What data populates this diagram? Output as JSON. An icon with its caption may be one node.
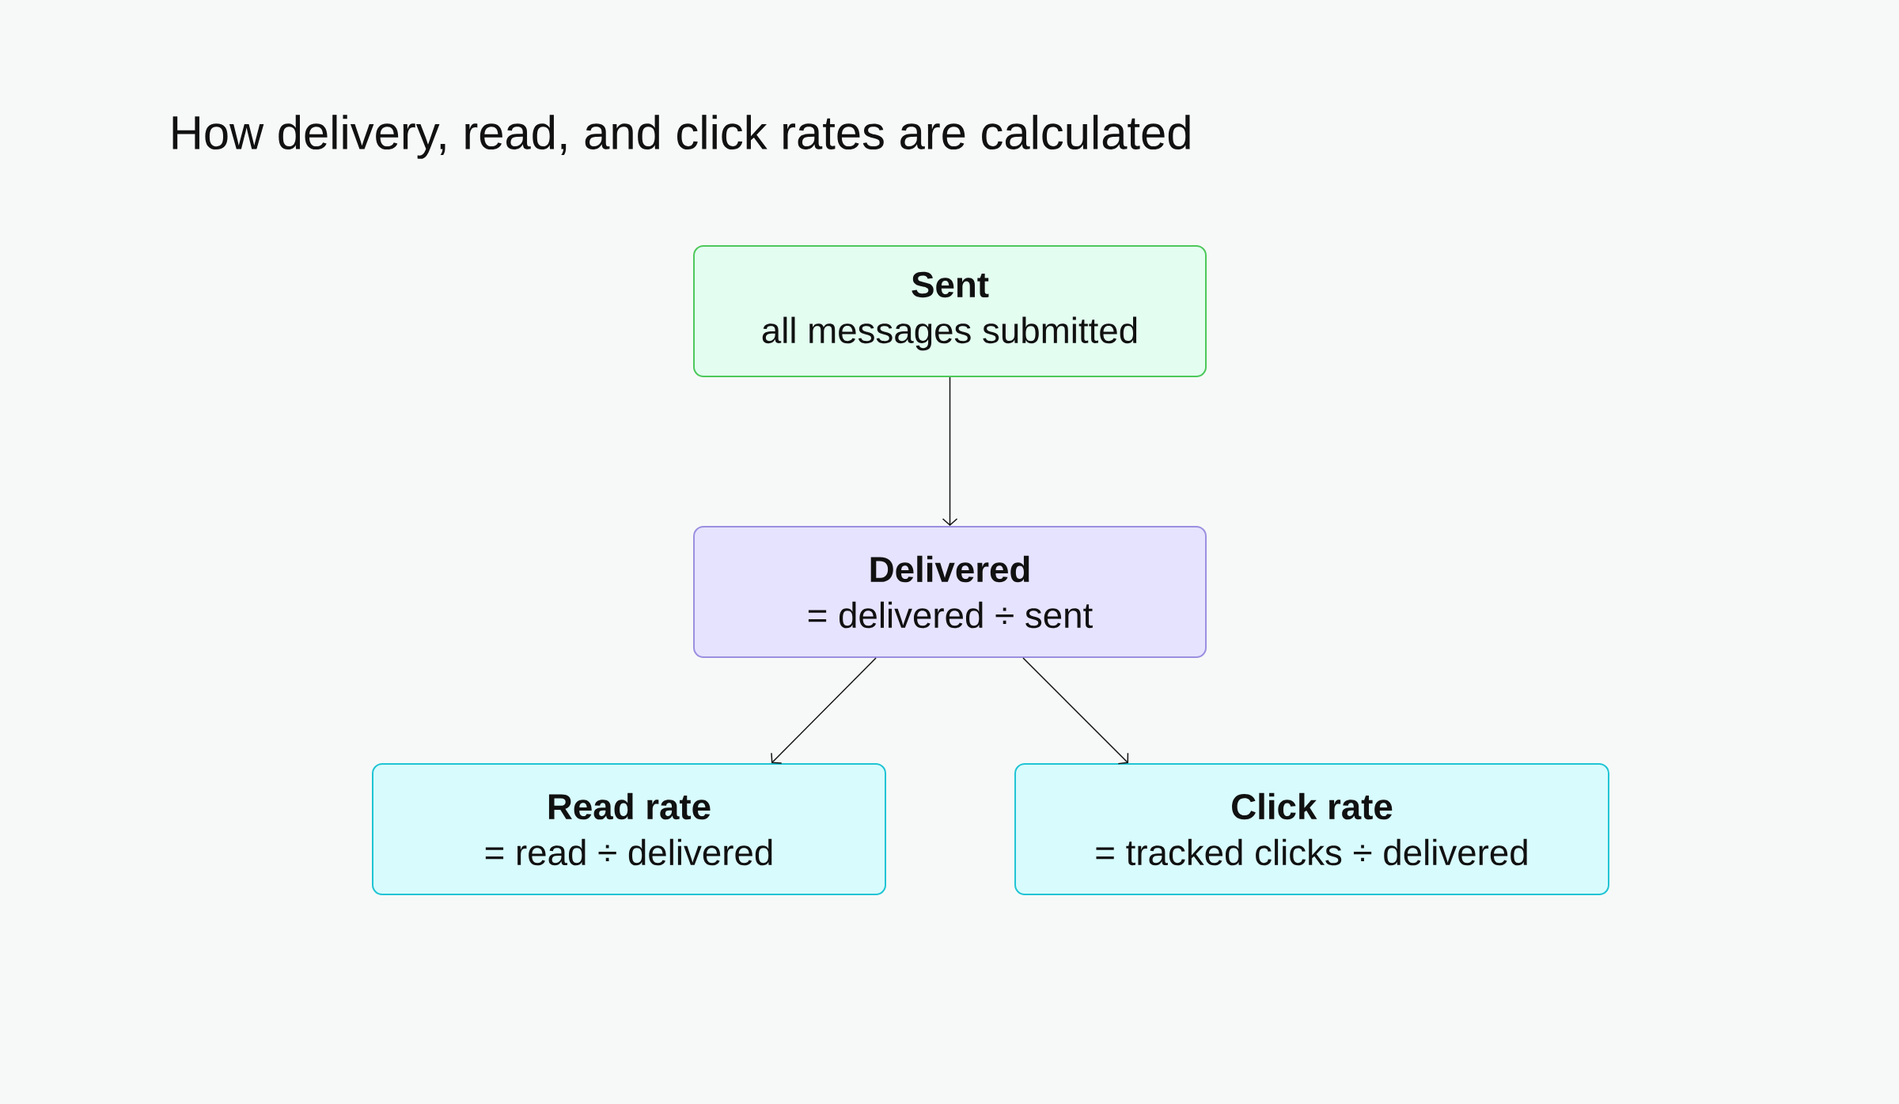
{
  "diagram": {
    "title": "How delivery, read, and click rates are calculated",
    "nodes": [
      {
        "text": [
          "Sent",
          "all messages submitted"
        ]
      },
      {
        "text": [
          "Delivered",
          "= delivered ÷ sent"
        ]
      },
      {
        "text": [
          "Read rate",
          "= read ÷ delivered"
        ]
      },
      {
        "text": [
          "Click rate",
          "= tracked clicks ÷ delivered"
        ]
      }
    ],
    "edges": [
      {
        "from": 0,
        "to": 1,
        "arrow": "to"
      },
      {
        "from": 1,
        "to": 2,
        "arrow": "to"
      },
      {
        "from": 1,
        "to": 3,
        "arrow": "to"
      }
    ]
  }
}
